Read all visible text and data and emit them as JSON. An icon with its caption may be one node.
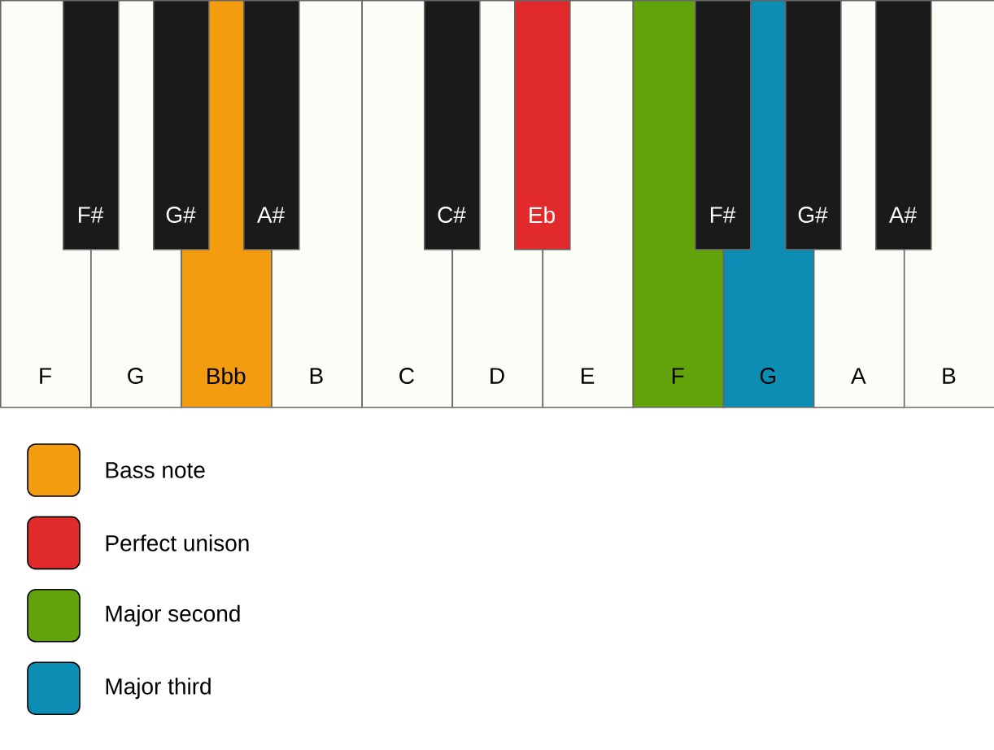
{
  "diagram": {
    "nodes": [
      {
        "text": [
          "F"
        ]
      },
      {
        "text": [
          "G"
        ]
      },
      {
        "text": [
          "Bbb"
        ]
      },
      {
        "text": [
          "B"
        ]
      },
      {
        "text": [
          "C"
        ]
      },
      {
        "text": [
          "D"
        ]
      },
      {
        "text": [
          "E"
        ]
      },
      {
        "text": [
          "F"
        ]
      },
      {
        "text": [
          "G"
        ]
      },
      {
        "text": [
          "A"
        ]
      },
      {
        "text": [
          "B"
        ]
      },
      {
        "text": [
          "F#"
        ]
      },
      {
        "text": [
          "G#"
        ]
      },
      {
        "text": [
          "A#"
        ]
      },
      {
        "text": [
          "C#"
        ]
      },
      {
        "text": [
          "Eb"
        ]
      },
      {
        "text": [
          "F#"
        ]
      },
      {
        "text": [
          "G#"
        ]
      },
      {
        "text": [
          "A#"
        ]
      }
    ],
    "legend": [
      {
        "text": "Bass note",
        "color": "#f39c0f"
      },
      {
        "text": "Perfect unison",
        "color": "#e02a2b"
      },
      {
        "text": "Major second",
        "color": "#62a30b"
      },
      {
        "text": "Major third",
        "color": "#0b8db4"
      }
    ]
  }
}
